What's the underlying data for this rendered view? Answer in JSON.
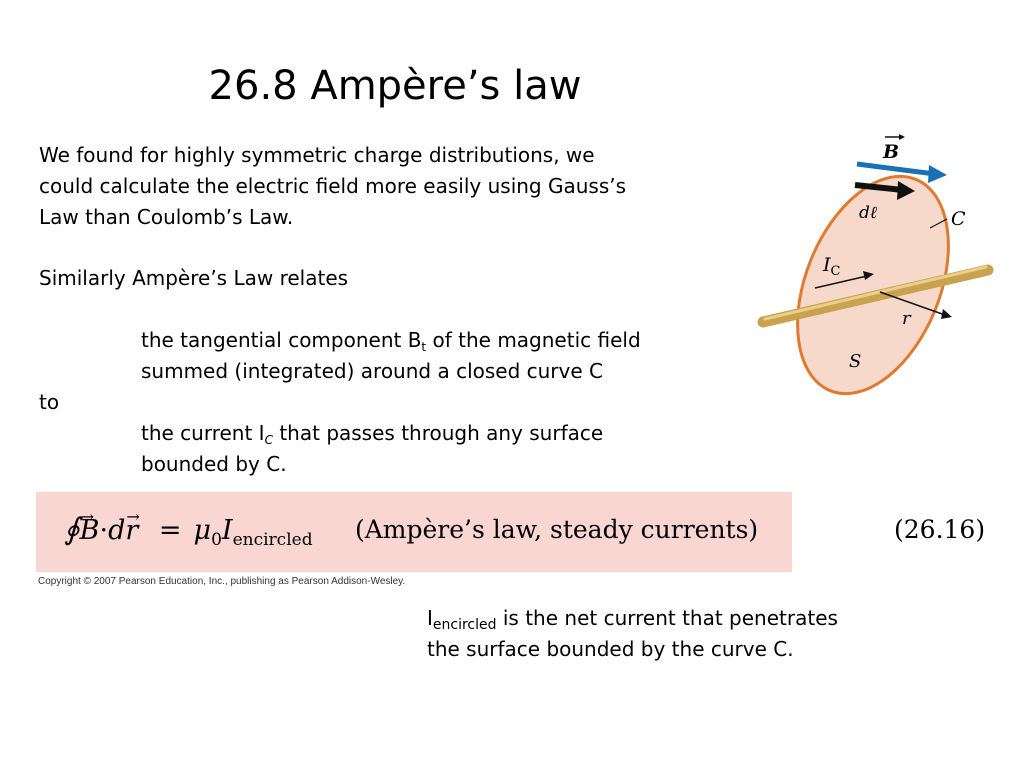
{
  "title": "26.8 Ampère’s law",
  "intro": {
    "line1": "We found for highly symmetric charge distributions, we",
    "line2": "could calculate the electric field more easily using Gauss’s",
    "line3": "Law than Coulomb’s Law."
  },
  "relates": "Similarly Ampère’s Law relates",
  "point1": {
    "pre": "the tangential component B",
    "sub": "t",
    "post": " of the magnetic field",
    "line2": "summed (integrated) around a closed curve C"
  },
  "to": "to",
  "point2": {
    "pre": "the current I",
    "sub": "C",
    "post": " that passes through any surface",
    "line2": "bounded by C."
  },
  "equation": {
    "integral": "∮",
    "b": "B",
    "dot": "·",
    "d": "d",
    "r": "r",
    "equals": "=",
    "mu": "μ",
    "mu_sub": "0",
    "i": "I",
    "i_sub": "encircled",
    "label": "(Ampère’s law, steady currents)",
    "number": "(26.16)"
  },
  "copyright": "Copyright © 2007 Pearson Education, Inc., publishing as Pearson Addison-Wesley.",
  "note": {
    "i": "I",
    "sub": "encircled",
    "line1_post": " is the net current that penetrates",
    "line2": "the surface bounded by the curve C."
  },
  "figure": {
    "b_label": "B",
    "dl_label": "dℓ",
    "c_label": "C",
    "ic_label": "I",
    "ic_sub": "C",
    "r_label": "r",
    "s_label": "S",
    "colors": {
      "loop": "#e07a2e",
      "surface": "#f7d9cc",
      "field_arrow": "#1a6fb5",
      "wire": "#c9a24f"
    }
  }
}
